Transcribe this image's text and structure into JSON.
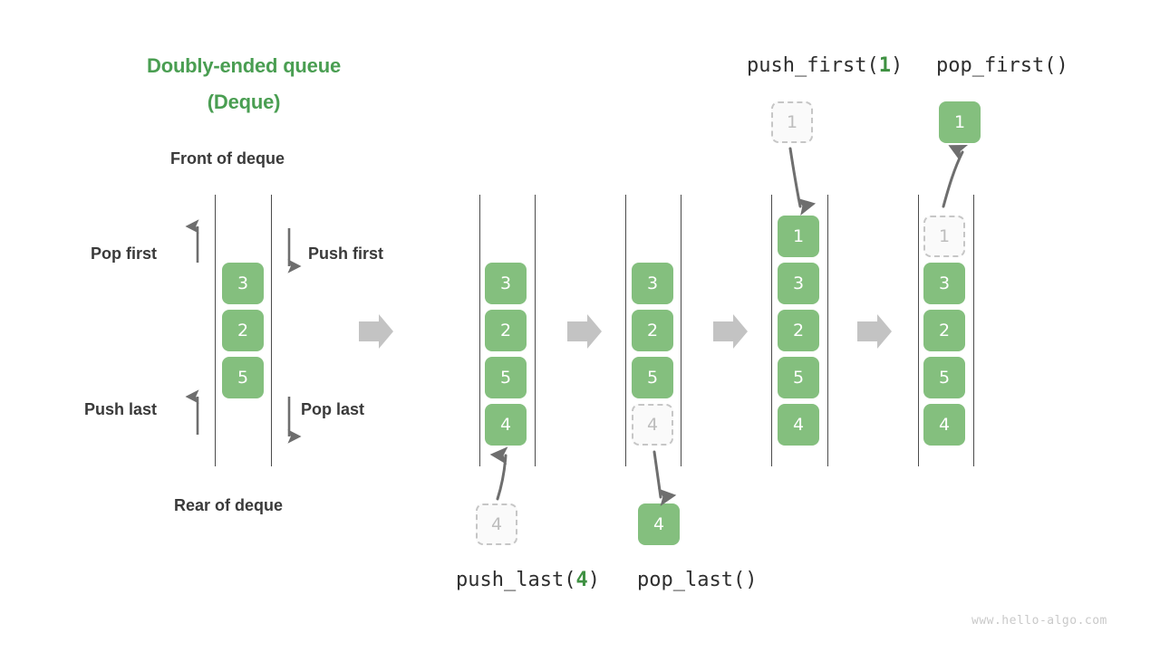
{
  "title": {
    "line1": "Doubly-ended queue",
    "line2": "(Deque)"
  },
  "labels": {
    "front": "Front of deque",
    "rear": "Rear of deque",
    "pop_first": "Pop first",
    "push_first": "Push first",
    "push_last": "Push last",
    "pop_last": "Pop last"
  },
  "operations": {
    "push_last": {
      "name": "push_last(",
      "arg": "4",
      "close": ")"
    },
    "pop_last": {
      "name": "pop_last(",
      "arg": "",
      "close": ")"
    },
    "push_first": {
      "name": "push_first(",
      "arg": "1",
      "close": ")"
    },
    "pop_first": {
      "name": "pop_first(",
      "arg": "",
      "close": ")"
    }
  },
  "watermark": "www.hello-algo.com",
  "colors": {
    "accent_green": "#4a9e52",
    "cell_green": "#84bf7e",
    "ghost_border": "#c6c6c6",
    "ghost_fill": "#fafafa",
    "ghost_text": "#bdbdbd",
    "rail": "#4b4b4b",
    "arrow_gray": "#6e6e6e",
    "block_arrow": "#c3c3c3",
    "text_dark": "#3a3a3a"
  },
  "columns": [
    {
      "id": "base",
      "cells": [
        {
          "value": "3",
          "state": "solid"
        },
        {
          "value": "2",
          "state": "solid"
        },
        {
          "value": "5",
          "state": "solid"
        }
      ]
    },
    {
      "id": "push-last-before",
      "cells": [
        {
          "value": "3",
          "state": "solid"
        },
        {
          "value": "2",
          "state": "solid"
        },
        {
          "value": "5",
          "state": "solid"
        },
        {
          "value": "4",
          "state": "solid"
        }
      ],
      "floating": {
        "value": "4",
        "state": "ghost"
      }
    },
    {
      "id": "pop-last-after",
      "cells": [
        {
          "value": "3",
          "state": "solid"
        },
        {
          "value": "2",
          "state": "solid"
        },
        {
          "value": "5",
          "state": "solid"
        },
        {
          "value": "4",
          "state": "ghost"
        }
      ],
      "floating": {
        "value": "4",
        "state": "solid"
      }
    },
    {
      "id": "push-first-after",
      "cells": [
        {
          "value": "1",
          "state": "solid"
        },
        {
          "value": "3",
          "state": "solid"
        },
        {
          "value": "2",
          "state": "solid"
        },
        {
          "value": "5",
          "state": "solid"
        },
        {
          "value": "4",
          "state": "solid"
        }
      ],
      "floating": {
        "value": "1",
        "state": "ghost"
      }
    },
    {
      "id": "pop-first-after",
      "cells": [
        {
          "value": "1",
          "state": "ghost"
        },
        {
          "value": "3",
          "state": "solid"
        },
        {
          "value": "2",
          "state": "solid"
        },
        {
          "value": "5",
          "state": "solid"
        },
        {
          "value": "4",
          "state": "solid"
        }
      ],
      "floating": {
        "value": "1",
        "state": "solid"
      }
    }
  ]
}
